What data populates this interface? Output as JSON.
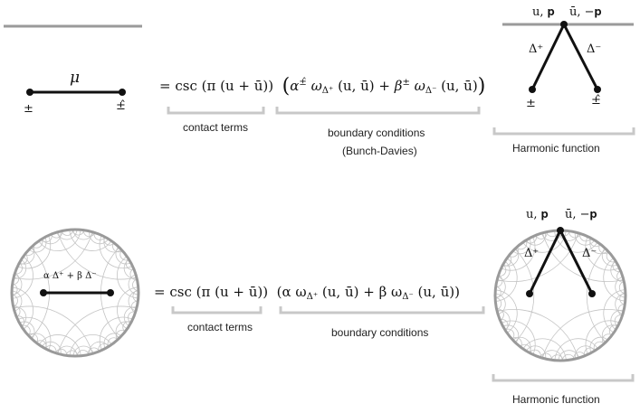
{
  "top": {
    "mu_label": "μ",
    "left_end": "±",
    "right_end": "±̂",
    "equation": {
      "eq": "=",
      "csc": "csc",
      "arg": "(π (u + ū))",
      "open": "(",
      "alpha": "α",
      "alpha_sup": "±̂",
      "omega1": "ω",
      "omega1_sub": "Δ⁺",
      "omega_args1": "(u, ū) +",
      "beta": "β",
      "beta_sup": "±",
      "omega2": "ω",
      "omega2_sub": "Δ⁻",
      "omega_args2": "(u, ū)",
      "close": ")"
    },
    "contact_terms": "contact terms",
    "boundary_conditions": "boundary conditions",
    "bunch_davies": "(Bunch-Davies)",
    "harmonic": {
      "label": "Harmonic function",
      "top_left": "u, 𝐩",
      "top_right": "ū, −𝐩",
      "delta_plus": "Δ⁺",
      "delta_minus": "Δ⁻",
      "left_end": "±",
      "right_end": "±̂"
    }
  },
  "bottom": {
    "disk_label": "α Δ⁺ + β Δ⁻",
    "equation": {
      "eq": "=",
      "csc": "csc",
      "arg": "(π (u + ū))",
      "body": "(α ω",
      "sub1": "Δ⁺",
      "mid": "(u, ū) + β ω",
      "sub2": "Δ⁻",
      "end": "(u, ū))"
    },
    "contact_terms": "contact terms",
    "boundary_conditions": "boundary conditions",
    "harmonic": {
      "label": "Harmonic function",
      "top_left": "u, 𝐩",
      "top_right": "ū, −𝐩",
      "delta_plus": "Δ⁺",
      "delta_minus": "Δ⁻"
    }
  },
  "colors": {
    "bracket": "#c8c8c8",
    "boundary": "#9a9a9a",
    "tiling": "#c4c4c4",
    "ink": "#111111"
  }
}
